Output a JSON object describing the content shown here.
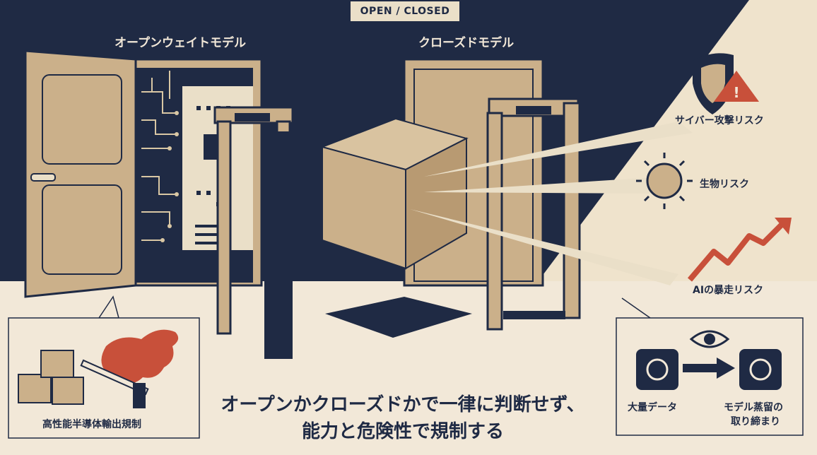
{
  "tag": "OPEN / CLOSED",
  "headings": {
    "open_weight": "オープンウェイトモデル",
    "closed": "クローズドモデル"
  },
  "risks": [
    {
      "label": "サイバー攻撃リスク",
      "icon": "shield-warning-icon"
    },
    {
      "label": "生物リスク",
      "icon": "virus-icon"
    },
    {
      "label": "AIの暴走リスク",
      "icon": "rising-arrow-icon"
    }
  ],
  "left_box": {
    "caption": "高性能半導体輸出規制"
  },
  "right_box": {
    "data_label": "大量データ",
    "distill_label_line1": "モデル蒸留の",
    "distill_label_line2": "取り締まり"
  },
  "main_caption": {
    "line1": "オープンかクローズドかで一律に判断せず、",
    "line2": "能力と危険性で規制する"
  },
  "colors": {
    "navy": "#1f2a44",
    "beige": "#f2e8d8",
    "tan": "#cbb08a",
    "accent_red": "#c8503a"
  }
}
